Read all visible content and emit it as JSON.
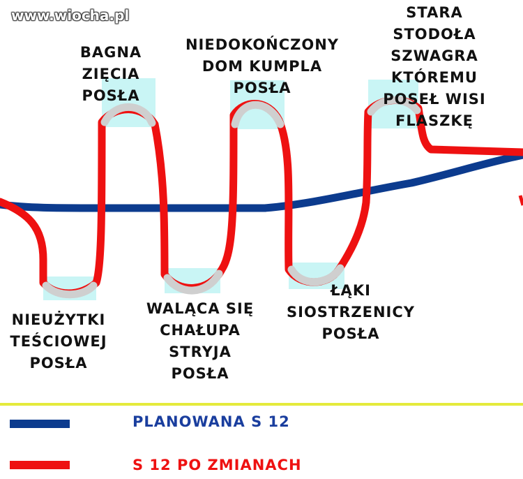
{
  "watermark": "www.wiocha.pl",
  "labels": {
    "bagna": "BAGNA\nZIĘCIA\nPOSŁA",
    "niedokonczony": "NIEDOKOŃCZONY\nDOM KUMPLA\nPOSŁA",
    "stodola": "STARA\nSTODOŁA\nSZWAGRA\nKTÓREMU\nPOSEŁ WISI\nFLASZKĘ",
    "nieuzytki": "NIEUŻYTKI\nTEŚCIOWEJ\nPOSŁA",
    "walaca": "WALĄCA SIĘ\nCHAŁUPA\nSTRYJA\nPOSŁA",
    "laki": "ŁĄKI\nSIOSTRZENICY\nPOSŁA"
  },
  "legend": {
    "planned": "PLANOWANA S 12",
    "changed": "S 12 PO ZMIANACH"
  },
  "colors": {
    "planned_route": "#0c3b8e",
    "changed_route": "#ee1111",
    "highlight": "#c9f5f5",
    "detour_gray": "#cfcfcf",
    "divider": "#e4ea3c",
    "legend_text": "#1a3e9e"
  }
}
